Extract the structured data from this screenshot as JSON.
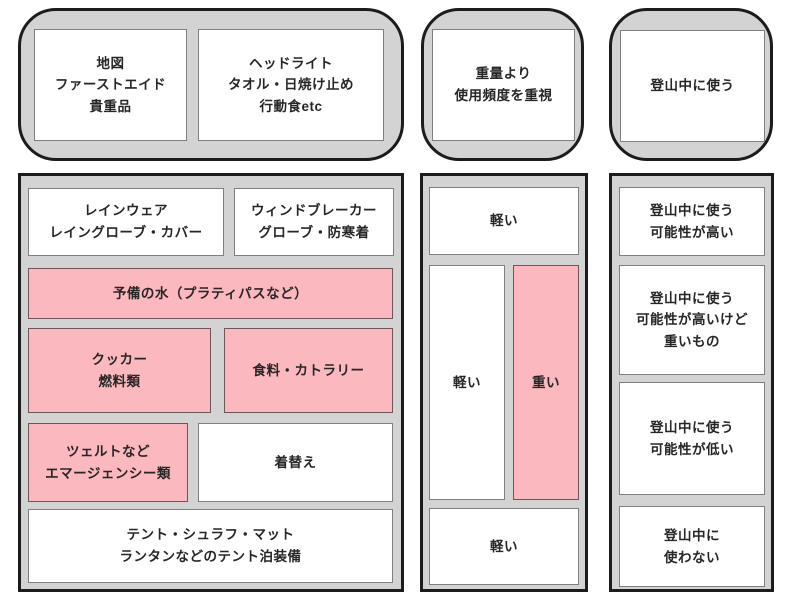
{
  "colors": {
    "container_fill": "#d3d3d3",
    "container_border": "#1c1c1c",
    "cell_border": "#7f7f7f",
    "white_fill": "#ffffff",
    "pink_fill": "#fbb8be",
    "pink_border": "#6e575b",
    "text": "#262626"
  },
  "top_row": {
    "essentials": {
      "box1": "地図\nファーストエイド\n貴重品",
      "box2": "ヘッドライト\nタオル・日焼け止め\n行動食etc"
    },
    "principle": "重量より\n使用頻度を重視",
    "usage": "登山中に使う"
  },
  "main": {
    "gear": {
      "rainwear": "レインウェア\nレイングローブ・カバー",
      "windbreaker": "ウィンドブレーカー\nグローブ・防寒着",
      "spare_water": "予備の水（プラティパスなど）",
      "cooker_fuel": "クッカー\n燃料類",
      "food_cutlery": "食料・カトラリー",
      "emergency": "ツェルトなど\nエマージェンシー類",
      "clothes": "着替え",
      "tent_gear": "テント・シュラフ・マット\nランタンなどのテント泊装備"
    },
    "weight": {
      "top": "軽い",
      "tall_left": "軽い",
      "tall_right": "重い",
      "bottom": "軽い"
    },
    "usage": {
      "high": "登山中に使う\n可能性が高い",
      "high_but_heavy": "登山中に使う\n可能性が高いけど\n重いもの",
      "low": "登山中に使う\n可能性が低い",
      "never": "登山中に\n使わない"
    }
  }
}
